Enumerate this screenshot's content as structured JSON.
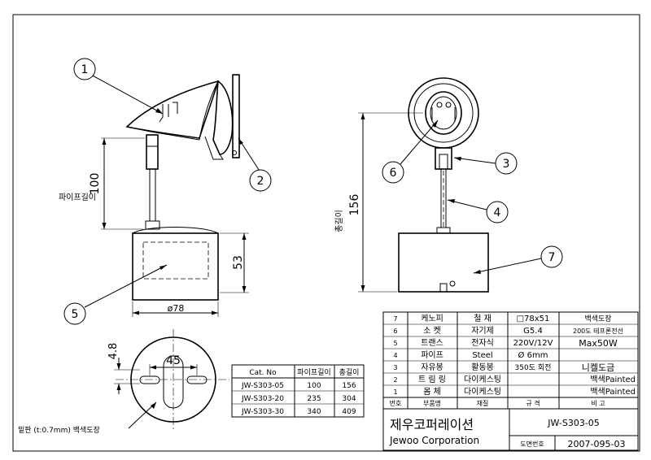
{
  "dimensions": {
    "pipe_length": "100",
    "pipe_length_label": "파이프길이",
    "base_height": "53",
    "base_diameter": "ø78",
    "total_height": "156",
    "total_height_label": "총길이",
    "top_h": "4.8",
    "top_w": "45"
  },
  "callouts": [
    "1",
    "2",
    "3",
    "4",
    "5",
    "6",
    "7"
  ],
  "plate_note": "밑판 (t:0.7mm) 백색도장",
  "catalog": {
    "headers": [
      "Cat. No",
      "파이프길이",
      "총길이"
    ],
    "rows": [
      [
        "JW-S303-05",
        "100",
        "156"
      ],
      [
        "JW-S303-20",
        "235",
        "304"
      ],
      [
        "JW-S303-30",
        "340",
        "409"
      ]
    ]
  },
  "parts": {
    "rows": [
      [
        "7",
        "케노피",
        "철  재",
        "□78x51",
        "백색도장"
      ],
      [
        "6",
        "소  켓",
        "자기제",
        "G5.4",
        "200도 테프론전선"
      ],
      [
        "5",
        "트랜스",
        "전자식",
        "220V/12V",
        "Max50W"
      ],
      [
        "4",
        "파이프",
        "Steel",
        "Ø 6mm",
        ""
      ],
      [
        "3",
        "자유봉",
        "활동봉",
        "350도 회전",
        "니켈도금"
      ],
      [
        "2",
        "트 림 링",
        "다이케스팅",
        "",
        "백색Painted"
      ],
      [
        "1",
        "몸  체",
        "다이케스팅",
        "",
        "백색Painted"
      ]
    ],
    "headers": [
      "번호",
      "부품명",
      "재질",
      "규 격",
      "비 고"
    ]
  },
  "title_block": {
    "company_kr": "제우코퍼레이션",
    "company_en": "Jewoo Corporation",
    "model": "JW-S303-05",
    "drawing_no_label": "도면번호",
    "drawing_no": "2007-095-03"
  }
}
